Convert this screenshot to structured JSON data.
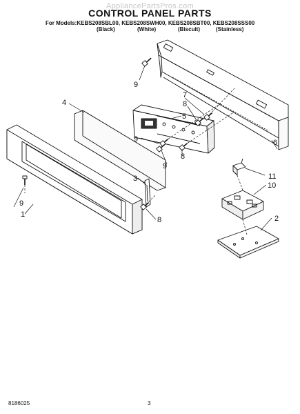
{
  "watermark": "AppliancePartsPros.com",
  "title": "CONTROL PANEL PARTS",
  "models_line": "For Models:KEBS208SBL00, KEBS208SWH00, KEBS208SBT00, KEBS208SSS00",
  "colors": {
    "black": "(Black)",
    "white": "(White)",
    "biscuit": "(Biscuit)",
    "stainless": "(Stainless)"
  },
  "callouts": {
    "c1": "1",
    "c2": "2",
    "c3": "3",
    "c4": "4",
    "c5": "5",
    "c6": "6",
    "c7": "7",
    "c8a": "8",
    "c8b": "8",
    "c8c": "8",
    "c9a": "9",
    "c9b": "9",
    "c9c": "9",
    "c9d": "9",
    "c10": "10",
    "c11": "11"
  },
  "footer": {
    "part_number": "8186025",
    "page_number": "3"
  }
}
